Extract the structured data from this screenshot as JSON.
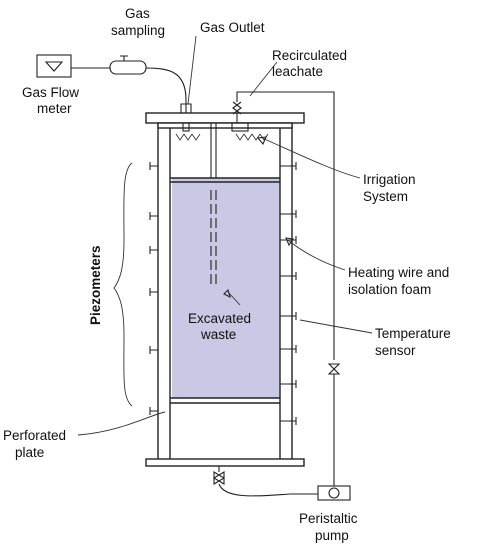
{
  "labels": {
    "gas_sampling": [
      "Gas",
      "sampling"
    ],
    "gas_outlet": "Gas Outlet",
    "recirculated_leachate": [
      "Recirculated",
      "leachate"
    ],
    "gas_flow_meter": [
      "Gas Flow",
      "meter"
    ],
    "irrigation_system": [
      "Irrigation",
      "System"
    ],
    "heating_wire": [
      "Heating wire and",
      "isolation foam"
    ],
    "temperature_sensor": [
      "Temperature",
      "sensor"
    ],
    "excavated_waste": [
      "Excavated",
      "waste"
    ],
    "piezometers": "Piezometers",
    "perforated_plate": [
      "Perforated",
      "plate"
    ],
    "peristaltic_pump": [
      "Peristaltic",
      "pump"
    ]
  },
  "colors": {
    "waste_fill": "#c9c9e6",
    "line": "#222222"
  }
}
